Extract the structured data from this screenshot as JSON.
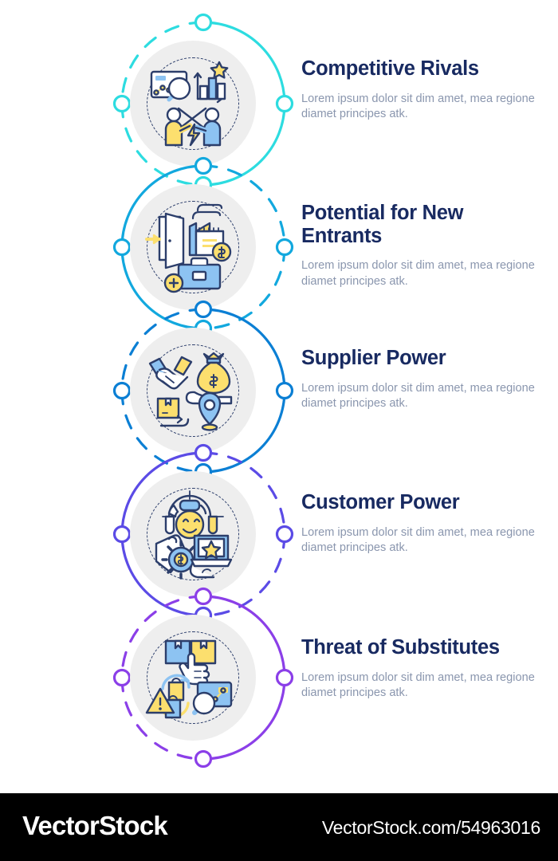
{
  "infographic": {
    "title_hidden": "",
    "steps": [
      {
        "id": "competitive-rivals",
        "title": "Competitive Rivals",
        "body": "Lorem ipsum dolor sit dim amet, mea regione diamet principes atk.",
        "ring_color": "#2DDCE0",
        "icon_name": "competitive-analysis-icon",
        "icon_parts": [
          "analytics-panel",
          "magnifier",
          "bar-chart",
          "star",
          "two-people",
          "lightning-bolt"
        ]
      },
      {
        "id": "potential-for-new-entrants",
        "title": "Potential for New Entrants",
        "body": "Lorem ipsum dolor sit dim amet, mea regione diamet principes atk.",
        "ring_color": "#12A8DE",
        "icon_name": "new-entrants-icon",
        "icon_parts": [
          "open-door",
          "entry-arrow",
          "factory",
          "dollar-coin",
          "briefcase",
          "plus-badge"
        ]
      },
      {
        "id": "supplier-power",
        "title": "Supplier Power",
        "body": "Lorem ipsum dolor sit dim amet, mea regione diamet principes atk.",
        "ring_color": "#0B7FD4",
        "icon_name": "supplier-power-icon",
        "icon_parts": [
          "handshake",
          "money-bag",
          "open-hand",
          "package-box",
          "route-arrow",
          "location-pin"
        ]
      },
      {
        "id": "customer-power",
        "title": "Customer Power",
        "body": "Lorem ipsum dolor sit dim amet, mea regione diamet principes atk.",
        "ring_color": "#5B4BE6",
        "icon_name": "customer-power-icon",
        "icon_parts": [
          "target",
          "smiley-face",
          "price-tag",
          "gear-dollar",
          "laptop-star",
          "open-hand"
        ]
      },
      {
        "id": "threat-of-substitutes",
        "title": "Threat of Substitutes",
        "body": "Lorem ipsum dolor sit dim amet, mea regione diamet principes atk.",
        "ring_color": "#8B3FE8",
        "icon_name": "threat-of-substitutes-icon",
        "icon_parts": [
          "two-boxes",
          "pointing-hand",
          "warning-triangle",
          "exchange-bags",
          "magnifier",
          "analytics-panel"
        ]
      }
    ]
  },
  "footer": {
    "brand": "VectorStock",
    "url": "VectorStock.com/54963016"
  },
  "palette": {
    "navy_title": "#182A61",
    "grey_body": "#8A96AE",
    "icon_stroke": "#2C3E6B",
    "icon_yellow": "#FCDF6E",
    "icon_blue": "#8DC3F2",
    "disc_grey": "#EEEEEE"
  }
}
